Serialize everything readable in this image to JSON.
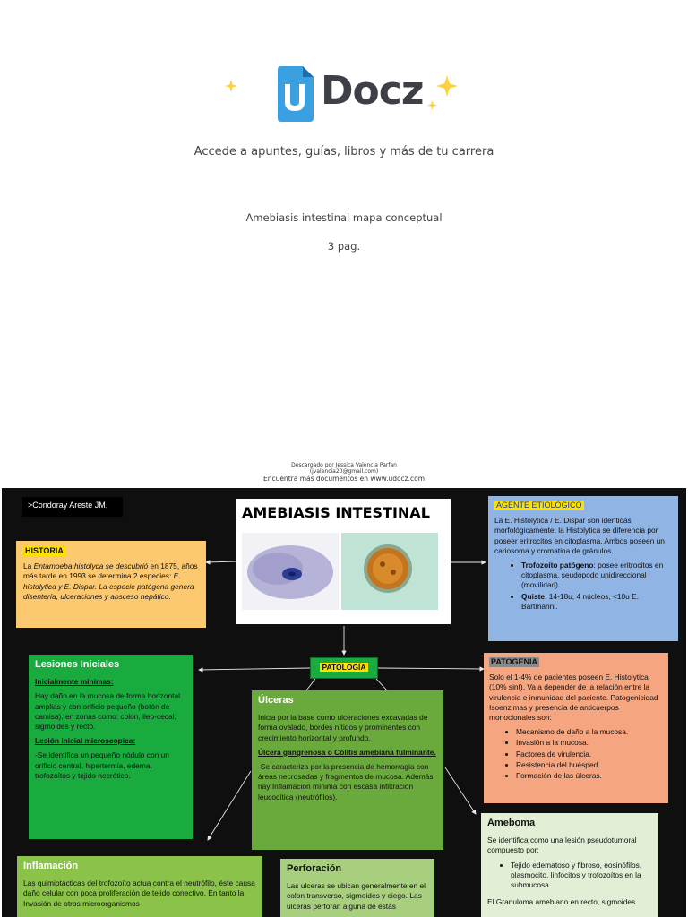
{
  "cover": {
    "logo_text": "Docz",
    "tagline": "Accede a apuntes, guías, libros y más de tu carrera",
    "doc_title": "Amebiasis intestinal mapa conceptual",
    "doc_pages": "3 pag.",
    "download_line1": "Descargado por Jessica Valencia Parfan",
    "download_line2": "(jvalencia20@gmail.com)",
    "download_line3": "Encuentra más documentos en www.udocz.com"
  },
  "map": {
    "author": ">Condoray Areste JM.",
    "title": "AMEBIASIS INTESTINAL",
    "historia": {
      "header": "HISTORIA",
      "t1": "La ",
      "t2": "Entamoeba histolyca se descubrió",
      "t3": " en 1875, años más tarde en 1993 se determina 2 especies: ",
      "t4": "E. histolytica y E. Dispar. La especie patógena genera disentería, ulceraciones y absceso hepático."
    },
    "agente": {
      "header": "AGENTE ETIOLÓGICO",
      "text": "La E. Histolytica / E. Dispar son idénticas morfológicamente, la Histolytica se diferencia por poseer eritrocitos en citoplasma. Ambos poseen un cariosoma y cromatina de gránulos.",
      "b1_label": "Trofozoíto patógeno",
      "b1_text": ": posee eritrocitos en citoplasma, seudópodo unidireccional (movilidad).",
      "b2_label": "Quiste",
      "b2_text": ": 14-18u, 4 núcleos, <10u E. Bartmanni."
    },
    "patologia": "PATOLOGÍA",
    "lesiones": {
      "header": "Lesiones Iniciales",
      "sub1": "Inicialmente mínimas:",
      "text1": "Hay daño en la mucosa de forma horizontal amplias y con orificio pequeño (botón de camisa), en zonas como: colon, ileo-cecal, sigmoides  y recto.",
      "sub2": "Lesión inicial microscópica:",
      "text2": "-Se identifica un pequeño nódulo con un orificio central, hipertermia, edema, trofozoítos y tejido necrótico."
    },
    "ulceras": {
      "header": "Úlceras",
      "text1": "Inicia por la base como ulceraciones excavadas de forma ovalado, bordes nítidos y prominentes con crecimiento horizontal y profundo.",
      "sub": "Úlcera gangrenosa o Colitis amebiana fulminante.",
      "text2": "-Se caracteriza por la presencia de hemorragia con áreas necrosadas y fragmentos de mucosa. Además hay Inflamación mínima con escasa infiltración leucocítica (neutrófilos)."
    },
    "patogenia": {
      "header": "PATOGENIA",
      "text": "Solo el 1-4% de pacientes poseen E. Histolytica (10% sint). Va a depender de la relación entre la virulencia e inmunidad del paciente. Patogenicidad Isoenzimas y presencia de anticuerpos monoclonales son:",
      "items": [
        "Mecanismo de daño a la mucosa.",
        "Invasión a la mucosa.",
        "Factores de virulencia.",
        "Resistencia del huésped.",
        "Formación de las úlceras."
      ]
    },
    "ameboma": {
      "header": "Ameboma",
      "text": "Se identifica como una lesión pseudotumoral compuesto por:",
      "item": "Tejido edematoso y fibroso, eosinófilos, plasmocito, linfocitos y trofozoítos en la submucosa.",
      "text2": "El Granuloma amebiano en recto, sigmoides"
    },
    "inflamacion": {
      "header": "Inflamación",
      "text": "Las quimiotácticas del trofozoíto actua contra el neutrófilo, éste causa daño celular con poca proliferación de tejido conectivo. En tanto la Invasión de otros microorganismos"
    },
    "perforacion": {
      "header": "Perforación",
      "text": "Las ulceras se ubican generalmente en el colon transverso, sigmoides y ciego. Las ulceras perforan alguna de estas"
    }
  },
  "colors": {
    "page_bg": "#0f0f0f",
    "historia": "#fdc970",
    "agente": "#90b5e5",
    "patogenia": "#f5a57f",
    "green": "#1aab3f",
    "green_mid": "#6aaa3c",
    "green_light": "#a7cf7e",
    "ameboma": "#e2efd6",
    "highlight": "#ffe100",
    "logo_blue": "#3aa0e0",
    "logo_dark": "#3d4046",
    "sparkle": "#ffd23a"
  }
}
